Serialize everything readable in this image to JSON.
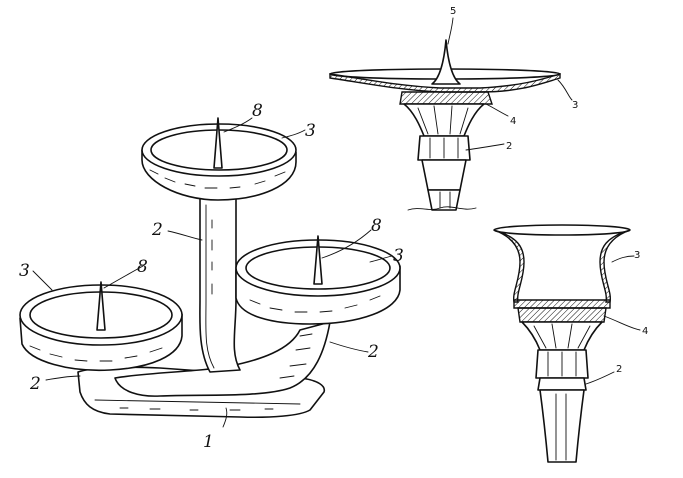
{
  "figure_main": {
    "labels": [
      "1",
      "2",
      "2",
      "2",
      "3",
      "3",
      "3",
      "8",
      "8",
      "8"
    ]
  },
  "figure_top_right": {
    "labels": [
      "5",
      "3",
      "4",
      "2"
    ]
  },
  "figure_bottom_right": {
    "labels": [
      "3",
      "4",
      "2"
    ]
  }
}
